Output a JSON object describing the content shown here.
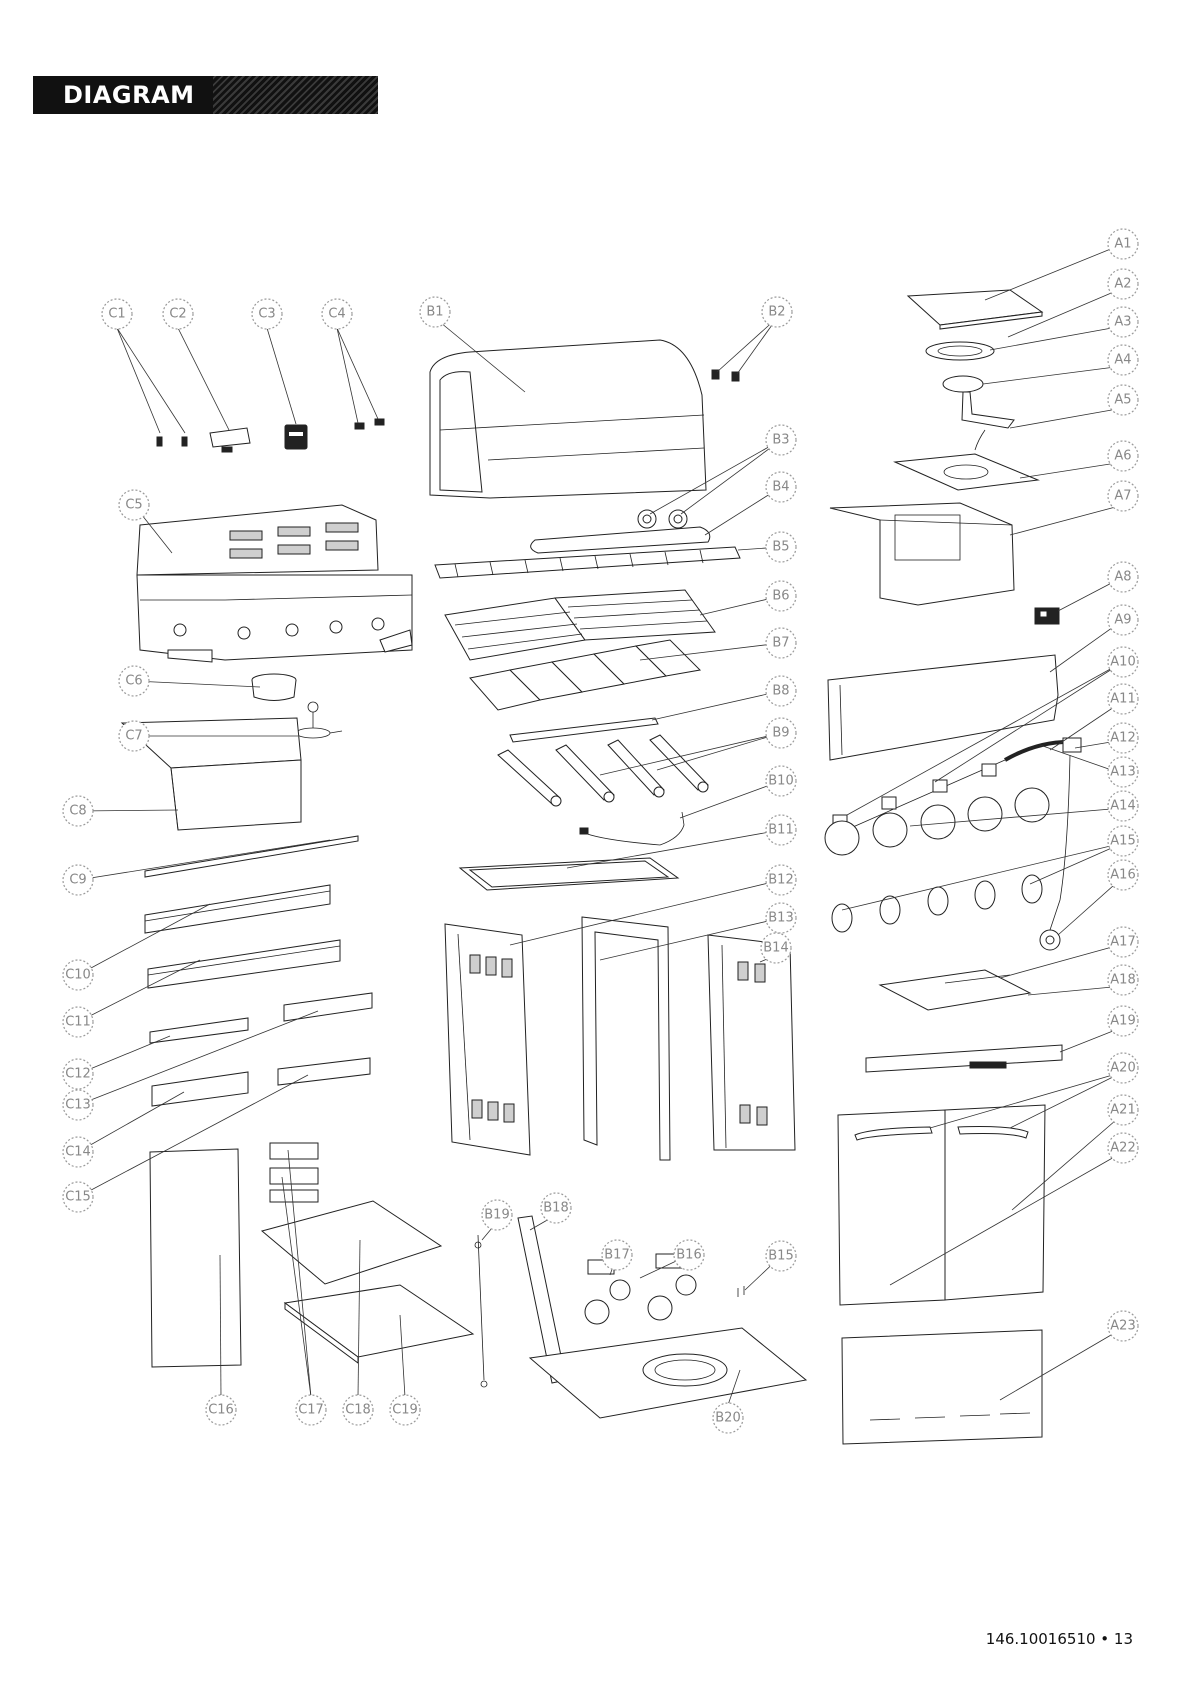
{
  "header": {
    "title": "DIAGRAM"
  },
  "footer": {
    "page_label": "146.10016510 • 13"
  },
  "callouts": [
    {
      "id": "c1",
      "label": "C1"
    },
    {
      "id": "c2",
      "label": "C2"
    },
    {
      "id": "c3",
      "label": "C3"
    },
    {
      "id": "c4",
      "label": "C4"
    },
    {
      "id": "c5",
      "label": "C5"
    },
    {
      "id": "c6",
      "label": "C6"
    },
    {
      "id": "c7",
      "label": "C7"
    },
    {
      "id": "c8",
      "label": "C8"
    },
    {
      "id": "c9",
      "label": "C9"
    },
    {
      "id": "c10",
      "label": "C10"
    },
    {
      "id": "c11",
      "label": "C11"
    },
    {
      "id": "c12",
      "label": "C12"
    },
    {
      "id": "c13",
      "label": "C13"
    },
    {
      "id": "c14",
      "label": "C14"
    },
    {
      "id": "c15",
      "label": "C15"
    },
    {
      "id": "c16",
      "label": "C16"
    },
    {
      "id": "c17",
      "label": "C17"
    },
    {
      "id": "c18",
      "label": "C18"
    },
    {
      "id": "c19",
      "label": "C19"
    },
    {
      "id": "b1",
      "label": "B1"
    },
    {
      "id": "b2",
      "label": "B2"
    },
    {
      "id": "b3",
      "label": "B3"
    },
    {
      "id": "b4",
      "label": "B4"
    },
    {
      "id": "b5",
      "label": "B5"
    },
    {
      "id": "b6",
      "label": "B6"
    },
    {
      "id": "b7",
      "label": "B7"
    },
    {
      "id": "b8",
      "label": "B8"
    },
    {
      "id": "b9",
      "label": "B9"
    },
    {
      "id": "b10",
      "label": "B10"
    },
    {
      "id": "b11",
      "label": "B11"
    },
    {
      "id": "b12",
      "label": "B12"
    },
    {
      "id": "b13",
      "label": "B13"
    },
    {
      "id": "b14",
      "label": "B14"
    },
    {
      "id": "b15",
      "label": "B15"
    },
    {
      "id": "b16",
      "label": "B16"
    },
    {
      "id": "b17",
      "label": "B17"
    },
    {
      "id": "b18",
      "label": "B18"
    },
    {
      "id": "b19",
      "label": "B19"
    },
    {
      "id": "b20",
      "label": "B20"
    },
    {
      "id": "a1",
      "label": "A1"
    },
    {
      "id": "a2",
      "label": "A2"
    },
    {
      "id": "a3",
      "label": "A3"
    },
    {
      "id": "a4",
      "label": "A4"
    },
    {
      "id": "a5",
      "label": "A5"
    },
    {
      "id": "a6",
      "label": "A6"
    },
    {
      "id": "a7",
      "label": "A7"
    },
    {
      "id": "a8",
      "label": "A8"
    },
    {
      "id": "a9",
      "label": "A9"
    },
    {
      "id": "a10",
      "label": "A10"
    },
    {
      "id": "a11",
      "label": "A11"
    },
    {
      "id": "a12",
      "label": "A12"
    },
    {
      "id": "a13",
      "label": "A13"
    },
    {
      "id": "a14",
      "label": "A14"
    },
    {
      "id": "a15",
      "label": "A15"
    },
    {
      "id": "a16",
      "label": "A16"
    },
    {
      "id": "a17",
      "label": "A17"
    },
    {
      "id": "a18",
      "label": "A18"
    },
    {
      "id": "a19",
      "label": "A19"
    },
    {
      "id": "a20",
      "label": "A20"
    },
    {
      "id": "a21",
      "label": "A21"
    },
    {
      "id": "a22",
      "label": "A22"
    },
    {
      "id": "a23",
      "label": "A23"
    }
  ]
}
